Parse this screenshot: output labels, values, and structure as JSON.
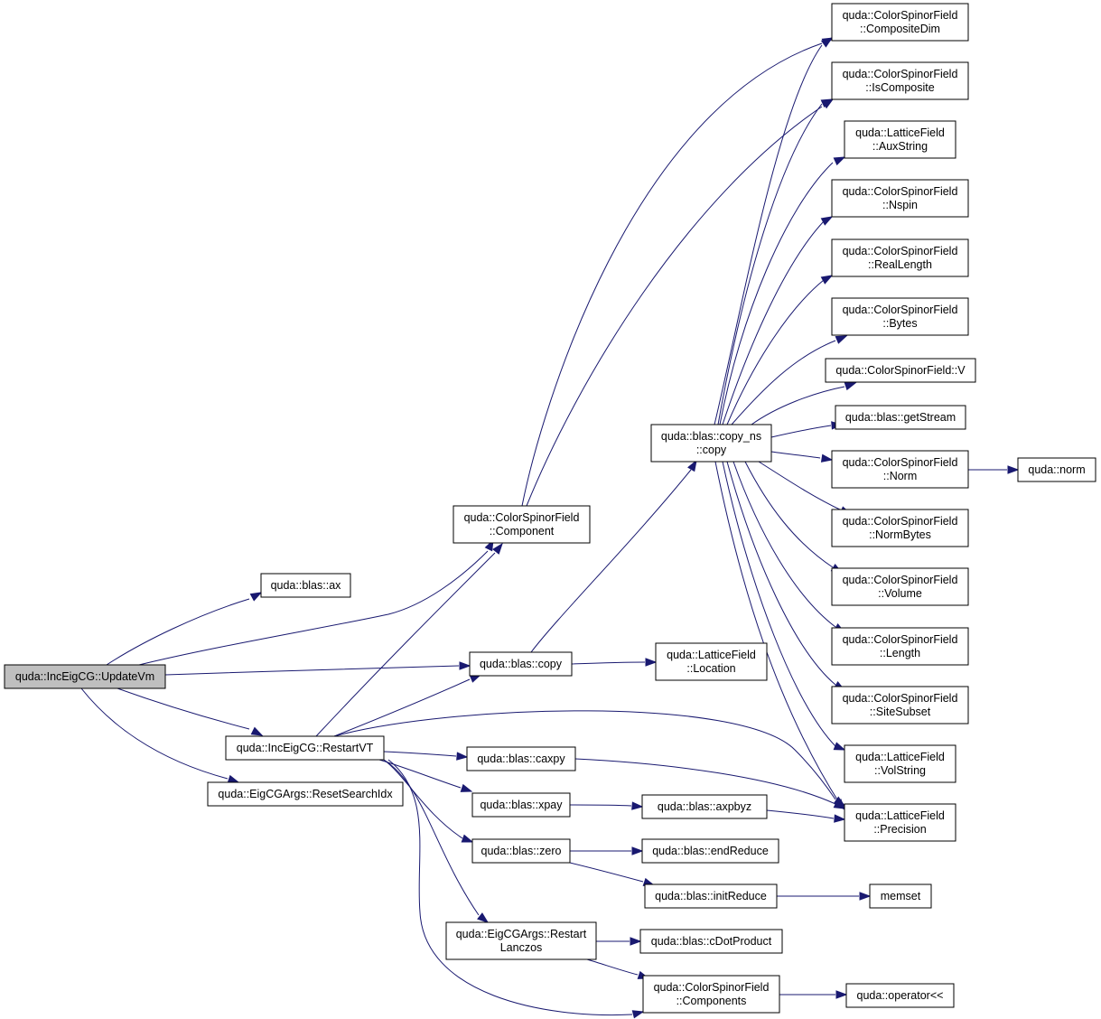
{
  "graph": {
    "type": "call-graph",
    "root": "updatevm",
    "nodes": [
      {
        "id": "updatevm",
        "lines": [
          "quda::IncEigCG::UpdateVm"
        ],
        "root": true
      },
      {
        "id": "ax",
        "lines": [
          "quda::blas::ax"
        ]
      },
      {
        "id": "component",
        "lines": [
          "quda::ColorSpinorField",
          "::Component"
        ]
      },
      {
        "id": "copy",
        "lines": [
          "quda::blas::copy"
        ]
      },
      {
        "id": "restartvt",
        "lines": [
          "quda::IncEigCG::RestartVT"
        ]
      },
      {
        "id": "resetsearchidx",
        "lines": [
          "quda::EigCGArgs::ResetSearchIdx"
        ]
      },
      {
        "id": "copy_ns",
        "lines": [
          "quda::blas::copy_ns",
          "::copy"
        ]
      },
      {
        "id": "location",
        "lines": [
          "quda::LatticeField",
          "::Location"
        ]
      },
      {
        "id": "caxpy",
        "lines": [
          "quda::blas::caxpy"
        ]
      },
      {
        "id": "xpay",
        "lines": [
          "quda::blas::xpay"
        ]
      },
      {
        "id": "zero",
        "lines": [
          "quda::blas::zero"
        ]
      },
      {
        "id": "restartlanczos",
        "lines": [
          "quda::EigCGArgs::Restart",
          "Lanczos"
        ]
      },
      {
        "id": "compositedim",
        "lines": [
          "quda::ColorSpinorField",
          "::CompositeDim"
        ]
      },
      {
        "id": "iscomposite",
        "lines": [
          "quda::ColorSpinorField",
          "::IsComposite"
        ]
      },
      {
        "id": "auxstring",
        "lines": [
          "quda::LatticeField",
          "::AuxString"
        ]
      },
      {
        "id": "nspin",
        "lines": [
          "quda::ColorSpinorField",
          "::Nspin"
        ]
      },
      {
        "id": "reallength",
        "lines": [
          "quda::ColorSpinorField",
          "::RealLength"
        ]
      },
      {
        "id": "bytes",
        "lines": [
          "quda::ColorSpinorField",
          "::Bytes"
        ]
      },
      {
        "id": "v",
        "lines": [
          "quda::ColorSpinorField::V"
        ]
      },
      {
        "id": "getstream",
        "lines": [
          "quda::blas::getStream"
        ]
      },
      {
        "id": "norm",
        "lines": [
          "quda::ColorSpinorField",
          "::Norm"
        ]
      },
      {
        "id": "normbytes",
        "lines": [
          "quda::ColorSpinorField",
          "::NormBytes"
        ]
      },
      {
        "id": "volume",
        "lines": [
          "quda::ColorSpinorField",
          "::Volume"
        ]
      },
      {
        "id": "length",
        "lines": [
          "quda::ColorSpinorField",
          "::Length"
        ]
      },
      {
        "id": "sitesubset",
        "lines": [
          "quda::ColorSpinorField",
          "::SiteSubset"
        ]
      },
      {
        "id": "volstring",
        "lines": [
          "quda::LatticeField",
          "::VolString"
        ]
      },
      {
        "id": "precision",
        "lines": [
          "quda::LatticeField",
          "::Precision"
        ]
      },
      {
        "id": "qudanorm",
        "lines": [
          "quda::norm"
        ]
      },
      {
        "id": "axpbyz",
        "lines": [
          "quda::blas::axpbyz"
        ]
      },
      {
        "id": "endreduce",
        "lines": [
          "quda::blas::endReduce"
        ]
      },
      {
        "id": "initreduce",
        "lines": [
          "quda::blas::initReduce"
        ]
      },
      {
        "id": "memset",
        "lines": [
          "memset"
        ]
      },
      {
        "id": "cdotproduct",
        "lines": [
          "quda::blas::cDotProduct"
        ]
      },
      {
        "id": "components",
        "lines": [
          "quda::ColorSpinorField",
          "::Components"
        ]
      },
      {
        "id": "operator",
        "lines": [
          "quda::operator<<"
        ]
      }
    ],
    "edges": [
      [
        "updatevm",
        "ax"
      ],
      [
        "updatevm",
        "component"
      ],
      [
        "updatevm",
        "copy"
      ],
      [
        "updatevm",
        "restartvt"
      ],
      [
        "updatevm",
        "resetsearchidx"
      ],
      [
        "component",
        "compositedim"
      ],
      [
        "component",
        "iscomposite"
      ],
      [
        "copy",
        "copy_ns"
      ],
      [
        "copy",
        "location"
      ],
      [
        "restartvt",
        "component"
      ],
      [
        "restartvt",
        "copy"
      ],
      [
        "restartvt",
        "caxpy"
      ],
      [
        "restartvt",
        "xpay"
      ],
      [
        "restartvt",
        "zero"
      ],
      [
        "restartvt",
        "restartlanczos"
      ],
      [
        "restartvt",
        "components"
      ],
      [
        "restartvt",
        "precision"
      ],
      [
        "copy_ns",
        "compositedim"
      ],
      [
        "copy_ns",
        "iscomposite"
      ],
      [
        "copy_ns",
        "auxstring"
      ],
      [
        "copy_ns",
        "nspin"
      ],
      [
        "copy_ns",
        "reallength"
      ],
      [
        "copy_ns",
        "bytes"
      ],
      [
        "copy_ns",
        "v"
      ],
      [
        "copy_ns",
        "getstream"
      ],
      [
        "copy_ns",
        "norm"
      ],
      [
        "copy_ns",
        "normbytes"
      ],
      [
        "copy_ns",
        "volume"
      ],
      [
        "copy_ns",
        "length"
      ],
      [
        "copy_ns",
        "sitesubset"
      ],
      [
        "copy_ns",
        "volstring"
      ],
      [
        "copy_ns",
        "precision"
      ],
      [
        "norm",
        "qudanorm"
      ],
      [
        "caxpy",
        "precision"
      ],
      [
        "xpay",
        "axpbyz"
      ],
      [
        "axpbyz",
        "precision"
      ],
      [
        "zero",
        "endreduce"
      ],
      [
        "zero",
        "initreduce"
      ],
      [
        "initreduce",
        "memset"
      ],
      [
        "restartlanczos",
        "cdotproduct"
      ],
      [
        "restartlanczos",
        "components"
      ],
      [
        "components",
        "operator"
      ]
    ]
  }
}
